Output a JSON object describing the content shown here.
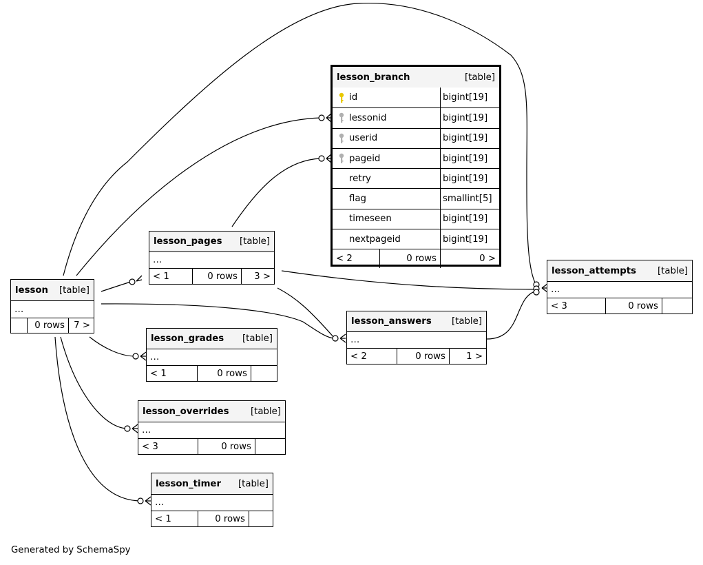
{
  "footer": "Generated by SchemaSpy",
  "colors": {
    "primary_key": "#e8c800",
    "foreign_key": "#b0b0b0",
    "header_bg": "#f4f4f4"
  },
  "tables": {
    "lesson": {
      "name": "lesson",
      "type": "[table]",
      "ellipsis": "…",
      "parents": "",
      "rows": "0 rows",
      "children": "7 >"
    },
    "lesson_pages": {
      "name": "lesson_pages",
      "type": "[table]",
      "ellipsis": "…",
      "parents": "< 1",
      "rows": "0 rows",
      "children": "3 >"
    },
    "lesson_branch": {
      "name": "lesson_branch",
      "type": "[table]",
      "parents": "< 2",
      "rows": "0 rows",
      "children": "0 >",
      "columns": [
        {
          "name": "id",
          "type": "bigint[19]",
          "key": "primary-key-icon"
        },
        {
          "name": "lessonid",
          "type": "bigint[19]",
          "key": "foreign-key-icon"
        },
        {
          "name": "userid",
          "type": "bigint[19]",
          "key": "foreign-key-icon"
        },
        {
          "name": "pageid",
          "type": "bigint[19]",
          "key": "foreign-key-icon"
        },
        {
          "name": "retry",
          "type": "bigint[19]",
          "key": ""
        },
        {
          "name": "flag",
          "type": "smallint[5]",
          "key": ""
        },
        {
          "name": "timeseen",
          "type": "bigint[19]",
          "key": ""
        },
        {
          "name": "nextpageid",
          "type": "bigint[19]",
          "key": ""
        }
      ]
    },
    "lesson_attempts": {
      "name": "lesson_attempts",
      "type": "[table]",
      "ellipsis": "…",
      "parents": "< 3",
      "rows": "0 rows",
      "children": ""
    },
    "lesson_answers": {
      "name": "lesson_answers",
      "type": "[table]",
      "ellipsis": "…",
      "parents": "< 2",
      "rows": "0 rows",
      "children": "1 >"
    },
    "lesson_grades": {
      "name": "lesson_grades",
      "type": "[table]",
      "ellipsis": "…",
      "parents": "< 1",
      "rows": "0 rows",
      "children": ""
    },
    "lesson_overrides": {
      "name": "lesson_overrides",
      "type": "[table]",
      "ellipsis": "…",
      "parents": "< 3",
      "rows": "0 rows",
      "children": ""
    },
    "lesson_timer": {
      "name": "lesson_timer",
      "type": "[table]",
      "ellipsis": "…",
      "parents": "< 1",
      "rows": "0 rows",
      "children": ""
    }
  }
}
